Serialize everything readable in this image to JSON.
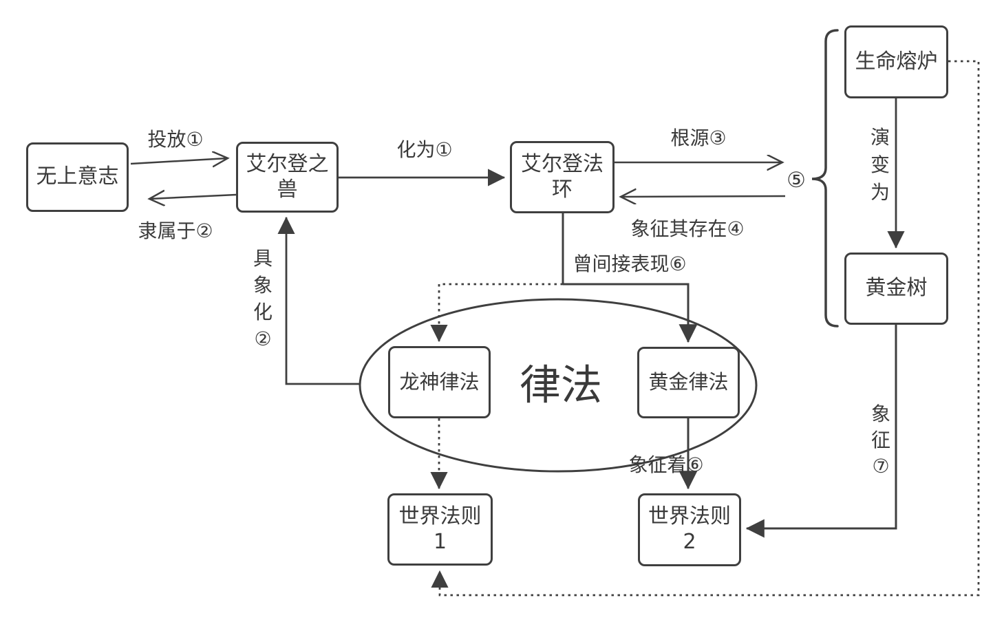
{
  "colors": {
    "line": "#3f3f3f",
    "text": "#3a3a3a",
    "background": "#ffffff"
  },
  "group": {
    "id": "law-ellipse",
    "label": "律法"
  },
  "nodes": [
    {
      "id": "supreme-will",
      "label": "无上意志",
      "lines": [
        "无上意志"
      ]
    },
    {
      "id": "elden-beast",
      "label": "艾尔登之兽",
      "lines": [
        "艾尔登之",
        "兽"
      ]
    },
    {
      "id": "elden-ring",
      "label": "艾尔登法环",
      "lines": [
        "艾尔登法",
        "环"
      ]
    },
    {
      "id": "crucible-of-life",
      "label": "生命熔炉",
      "lines": [
        "生命熔炉"
      ]
    },
    {
      "id": "erdtree",
      "label": "黄金树",
      "lines": [
        "黄金树"
      ]
    },
    {
      "id": "dragon-law",
      "label": "龙神律法",
      "lines": [
        "龙神律法"
      ]
    },
    {
      "id": "golden-law",
      "label": "黄金律法",
      "lines": [
        "黄金律法"
      ]
    },
    {
      "id": "world-rule-1",
      "label": "世界法则1",
      "lines": [
        "世界法则",
        "1"
      ]
    },
    {
      "id": "world-rule-2",
      "label": "世界法则2",
      "lines": [
        "世界法则",
        "2"
      ]
    }
  ],
  "edges": [
    {
      "from": "supreme-will",
      "to": "elden-beast",
      "label": "投放①",
      "style": "solid",
      "head": "open"
    },
    {
      "from": "elden-beast",
      "to": "supreme-will",
      "label": "隶属于②",
      "style": "solid",
      "head": "open"
    },
    {
      "from": "elden-beast",
      "to": "elden-ring",
      "label": "化为①",
      "style": "solid",
      "head": "filled"
    },
    {
      "from": "elden-ring",
      "to": "right-group",
      "label": "根源③",
      "style": "solid",
      "head": "open"
    },
    {
      "from": "right-group",
      "to": "elden-ring",
      "label": "象征其存在④",
      "style": "solid",
      "head": "open"
    },
    {
      "from": "brace-group",
      "to": "",
      "label": "⑤",
      "style": "brace",
      "head": "none"
    },
    {
      "from": "crucible-of-life",
      "to": "erdtree",
      "label": "演变为",
      "style": "solid",
      "head": "filled"
    },
    {
      "from": "elden-ring",
      "to": "law-ellipse",
      "label": "曾间接表现⑥",
      "style": "solid+dotted",
      "head": "filled"
    },
    {
      "from": "law-ellipse",
      "to": "elden-beast",
      "label": "具象化②",
      "style": "solid",
      "head": "filled"
    },
    {
      "from": "dragon-law",
      "to": "world-rule-1",
      "label": "",
      "style": "dotted",
      "head": "filled"
    },
    {
      "from": "golden-law",
      "to": "world-rule-2",
      "label": "象征着⑥",
      "style": "solid",
      "head": "filled"
    },
    {
      "from": "erdtree",
      "to": "world-rule-2",
      "label": "象征⑦",
      "style": "solid",
      "head": "filled"
    },
    {
      "from": "crucible-of-life",
      "to": "world-rule-1",
      "label": "",
      "style": "dotted",
      "head": "filled"
    }
  ]
}
